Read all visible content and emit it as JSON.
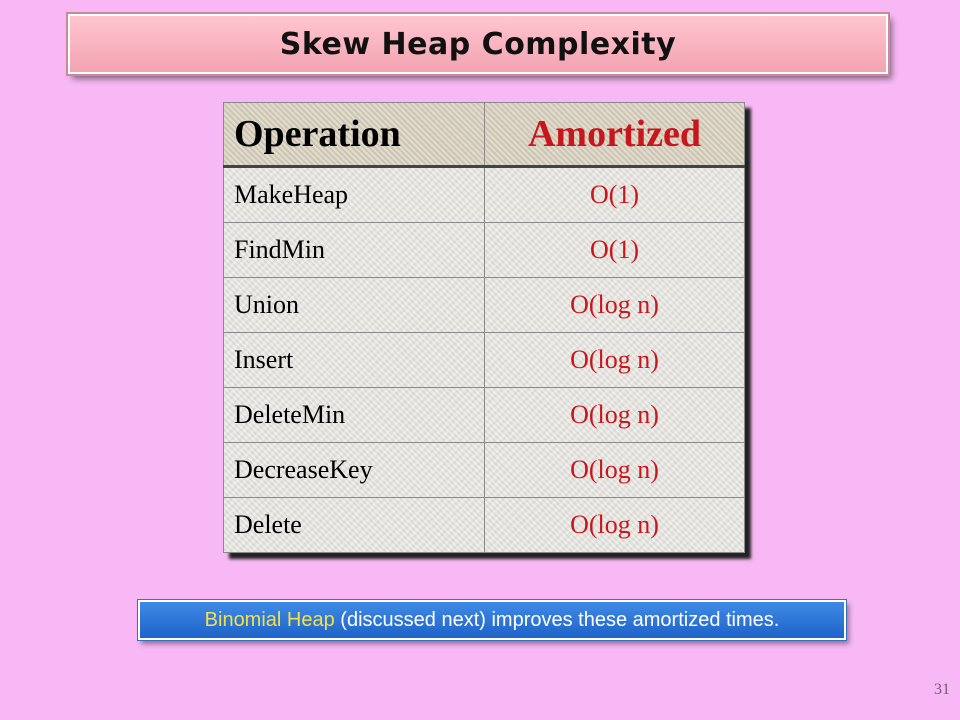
{
  "title": "Skew Heap Complexity",
  "table": {
    "headers": [
      "Operation",
      "Amortized"
    ],
    "rows": [
      [
        "MakeHeap",
        "O(1)"
      ],
      [
        "FindMin",
        "O(1)"
      ],
      [
        "Union",
        "O(log n)"
      ],
      [
        "Insert",
        "O(log n)"
      ],
      [
        "DeleteMin",
        "O(log n)"
      ],
      [
        "DecreaseKey",
        "O(log n)"
      ],
      [
        "Delete",
        "O(log n)"
      ]
    ]
  },
  "note": {
    "highlight": "Binomial Heap",
    "rest": " (discussed next) improves these amortized times."
  },
  "page_number": "31",
  "colors": {
    "background": "#f7b8f5",
    "title_bar": "#f3a3b2",
    "accent_red": "#c8161d",
    "note_blue": "#1e63c9",
    "note_highlight": "#f4e04a"
  }
}
